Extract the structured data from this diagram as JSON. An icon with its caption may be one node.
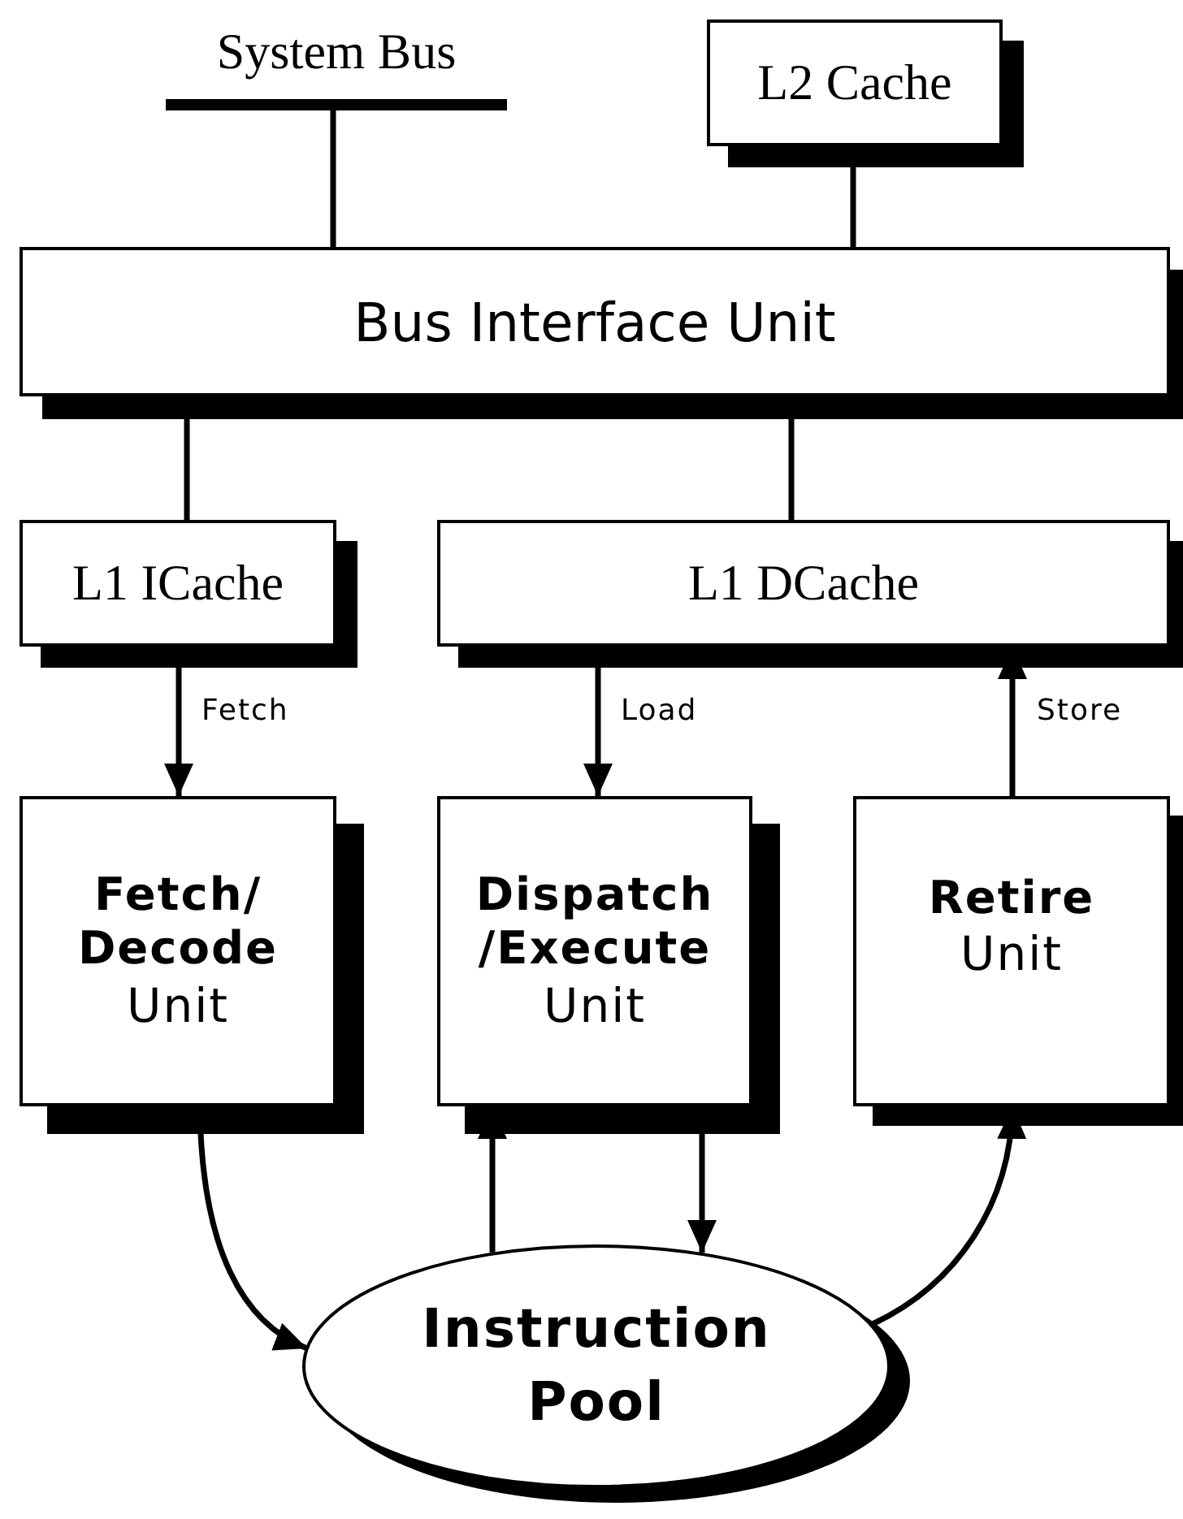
{
  "diagram": {
    "nodes": [
      {
        "text": [
          "System Bus"
        ]
      },
      {
        "text": [
          "L2 Cache"
        ]
      },
      {
        "text": [
          "Bus Interface Unit"
        ]
      },
      {
        "text": [
          "L1 ICache"
        ]
      },
      {
        "text": [
          "L1 DCache"
        ]
      },
      {
        "text": [
          "Fetch/ Decode",
          "Unit"
        ]
      },
      {
        "text": [
          "Dispatch /Execute",
          "Unit"
        ]
      },
      {
        "text": [
          "Retire",
          "Unit"
        ]
      },
      {
        "text": [
          "Instruction Pool"
        ]
      }
    ],
    "edges": [
      {
        "from": 0,
        "to": 2,
        "arrow": "none"
      },
      {
        "from": 1,
        "to": 2,
        "arrow": "none"
      },
      {
        "from": 2,
        "to": 3,
        "arrow": "none"
      },
      {
        "from": 2,
        "to": 4,
        "arrow": "none"
      },
      {
        "from": 3,
        "to": 5,
        "arrow": "to",
        "label": "Fetch"
      },
      {
        "from": 4,
        "to": 6,
        "arrow": "to",
        "label": "Load"
      },
      {
        "from": 7,
        "to": 4,
        "arrow": "to",
        "label": "Store"
      },
      {
        "from": 5,
        "to": 8,
        "arrow": "to"
      },
      {
        "from": 8,
        "to": 6,
        "arrow": "to"
      },
      {
        "from": 6,
        "to": 8,
        "arrow": "to"
      },
      {
        "from": 8,
        "to": 7,
        "arrow": "to"
      }
    ]
  }
}
